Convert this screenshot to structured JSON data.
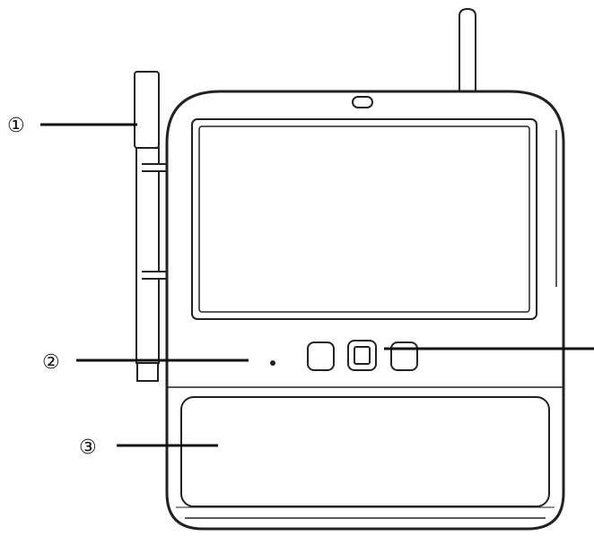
{
  "callouts": {
    "one": "①",
    "two": "②",
    "three": "③"
  },
  "colors": {
    "stroke": "#222222",
    "background": "#ffffff"
  }
}
